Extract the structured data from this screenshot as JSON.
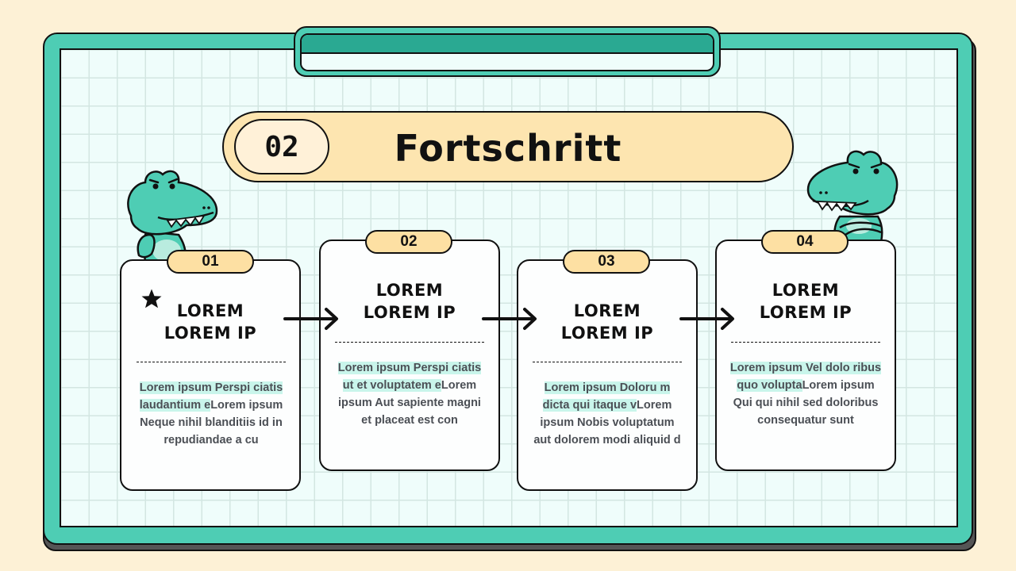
{
  "header": {
    "section_number": "02",
    "title": "Fortschritt"
  },
  "colors": {
    "background": "#fdf1d6",
    "board_teal": "#4ecdb4",
    "clip_band": "#2aa992",
    "grid_paper": "#effdfb",
    "title_pill": "#fde5b0",
    "tag": "#fde0a3",
    "text_highlight": "#c9f5eb",
    "outline": "#111111"
  },
  "icons": {
    "star": "star-icon",
    "arrow": "arrow-right-icon",
    "mascot": "crocodile-mascot"
  },
  "steps": [
    {
      "number": "01",
      "title_line1": "LOREM",
      "title_line2": "LOREM IP",
      "body_highlight": "Lorem ipsum Perspi ciatis laudantium e",
      "body_rest": "Lorem ipsum Neque nihil blanditiis id in repudiandae a cu"
    },
    {
      "number": "02",
      "title_line1": "LOREM",
      "title_line2": "LOREM IP",
      "body_highlight": "Lorem ipsum Perspi ciatis ut et voluptatem e",
      "body_rest": "Lorem ipsum Aut sapiente magni et placeat est con"
    },
    {
      "number": "03",
      "title_line1": "LOREM",
      "title_line2": "LOREM IP",
      "body_highlight": "Lorem ipsum Doloru m dicta qui itaque v",
      "body_rest": "Lorem ipsum Nobis voluptatum aut dolorem modi aliquid d"
    },
    {
      "number": "04",
      "title_line1": "LOREM",
      "title_line2": "LOREM IP",
      "body_highlight": "Lorem ipsum Vel dolo ribus quo volupta",
      "body_rest": "Lorem ipsum Qui qui nihil sed doloribus consequatur sunt"
    }
  ]
}
